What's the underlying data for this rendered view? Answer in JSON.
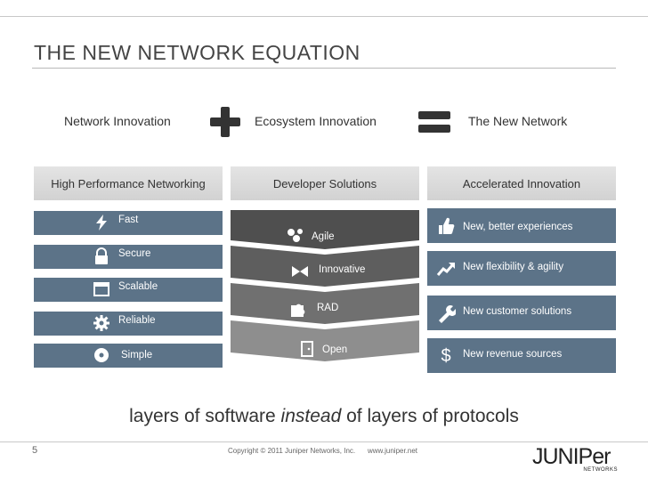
{
  "slide": {
    "title": "THE NEW NETWORK EQUATION",
    "page_number": "5",
    "copyright": "Copyright © 2011 Juniper Networks, Inc.",
    "website": "www.juniper.net",
    "logo": {
      "word": "JUNIPer",
      "sub": "NETWORKS"
    }
  },
  "equation": {
    "left": "Network Innovation",
    "middle": "Ecosystem Innovation",
    "right": "The New Network",
    "plus_icon": "plus-icon",
    "equals_icon": "equals-icon"
  },
  "columns": {
    "left_header": "High Performance Networking",
    "center_header": "Developer Solutions",
    "right_header": "Accelerated Innovation"
  },
  "left_items": [
    {
      "label": "Fast",
      "icon": "lightning-icon"
    },
    {
      "label": "Secure",
      "icon": "lock-icon"
    },
    {
      "label": "Scalable",
      "icon": "window-icon"
    },
    {
      "label": "Reliable",
      "icon": "gear-icon"
    },
    {
      "label": "Simple",
      "icon": "disc-icon"
    }
  ],
  "center_layers": [
    {
      "label": "Agile",
      "icon": "dots-icon"
    },
    {
      "label": "Innovative",
      "icon": "bowtie-icon"
    },
    {
      "label": "RAD",
      "icon": "puzzle-icon"
    },
    {
      "label": "Open",
      "icon": "door-icon"
    }
  ],
  "right_items": [
    {
      "label": "New, better experiences",
      "icon": "thumbs-up-icon"
    },
    {
      "label": "New flexibility & agility",
      "icon": "trend-up-icon"
    },
    {
      "label": "New customer solutions",
      "icon": "wrench-icon"
    },
    {
      "label": "New revenue sources",
      "icon": "dollar-icon",
      "glyph": "$"
    }
  ],
  "tagline": {
    "before": "layers of software ",
    "emph": "instead",
    "after": " of layers of protocols"
  },
  "colors": {
    "tile": "#5c7388",
    "layer_dark": "#555555",
    "layer_light": "#8a8a8a",
    "header_gray": "#dcdcdc"
  }
}
